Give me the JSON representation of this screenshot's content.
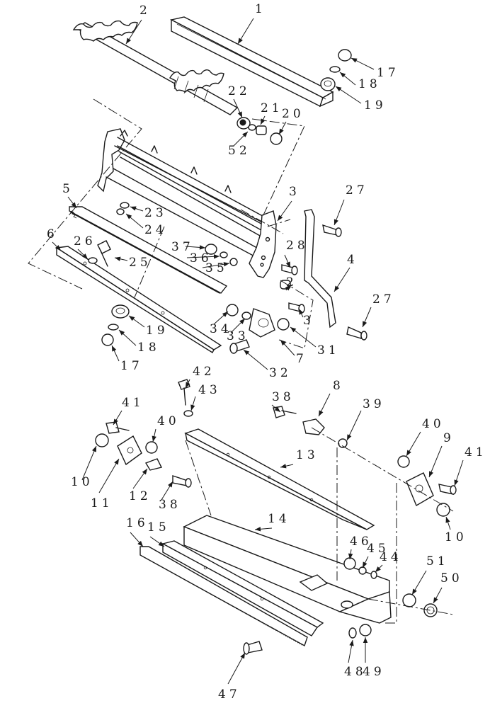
{
  "callouts": [
    {
      "id": "c1",
      "label": "1"
    },
    {
      "id": "c2",
      "label": "2"
    },
    {
      "id": "c3a",
      "label": "3"
    },
    {
      "id": "c4",
      "label": "4"
    },
    {
      "id": "c5",
      "label": "5"
    },
    {
      "id": "c6",
      "label": "6"
    },
    {
      "id": "c17a",
      "label": "17"
    },
    {
      "id": "c18a",
      "label": "18"
    },
    {
      "id": "c19a",
      "label": "19"
    },
    {
      "id": "c22",
      "label": "22"
    },
    {
      "id": "c21",
      "label": "21"
    },
    {
      "id": "c20",
      "label": "20"
    },
    {
      "id": "c52",
      "label": "52"
    },
    {
      "id": "c27a",
      "label": "27"
    },
    {
      "id": "c23",
      "label": "23"
    },
    {
      "id": "c24",
      "label": "24"
    },
    {
      "id": "c26",
      "label": "26"
    },
    {
      "id": "c25",
      "label": "25"
    },
    {
      "id": "c37",
      "label": "37"
    },
    {
      "id": "c36",
      "label": "36"
    },
    {
      "id": "c35",
      "label": "35"
    },
    {
      "id": "c28",
      "label": "28"
    },
    {
      "id": "c2b",
      "label": "2"
    },
    {
      "id": "c27b",
      "label": "27"
    },
    {
      "id": "c3b",
      "label": "3"
    },
    {
      "id": "c19b",
      "label": "19"
    },
    {
      "id": "c18b",
      "label": "18"
    },
    {
      "id": "c17b",
      "label": "17"
    },
    {
      "id": "c34",
      "label": "34"
    },
    {
      "id": "c33",
      "label": "33"
    },
    {
      "id": "c7",
      "label": "7"
    },
    {
      "id": "c31",
      "label": "31"
    },
    {
      "id": "c32",
      "label": "32"
    },
    {
      "id": "c42",
      "label": "42"
    },
    {
      "id": "c43",
      "label": "43"
    },
    {
      "id": "c38a",
      "label": "38"
    },
    {
      "id": "c8",
      "label": "8"
    },
    {
      "id": "c39",
      "label": "39"
    },
    {
      "id": "c41a",
      "label": "41"
    },
    {
      "id": "c40a",
      "label": "40"
    },
    {
      "id": "c10a",
      "label": "10"
    },
    {
      "id": "c11",
      "label": "11"
    },
    {
      "id": "c12",
      "label": "12"
    },
    {
      "id": "c38b",
      "label": "38"
    },
    {
      "id": "c13",
      "label": "13"
    },
    {
      "id": "c40b",
      "label": "40"
    },
    {
      "id": "c9",
      "label": "9"
    },
    {
      "id": "c41b",
      "label": "41"
    },
    {
      "id": "c10b",
      "label": "10"
    },
    {
      "id": "c14",
      "label": "14"
    },
    {
      "id": "c16",
      "label": "16"
    },
    {
      "id": "c15",
      "label": "15"
    },
    {
      "id": "c46",
      "label": "46"
    },
    {
      "id": "c45",
      "label": "45"
    },
    {
      "id": "c44",
      "label": "44"
    },
    {
      "id": "c51",
      "label": "51"
    },
    {
      "id": "c50",
      "label": "50"
    },
    {
      "id": "c48",
      "label": "48"
    },
    {
      "id": "c49",
      "label": "49"
    },
    {
      "id": "c47",
      "label": "47"
    }
  ]
}
